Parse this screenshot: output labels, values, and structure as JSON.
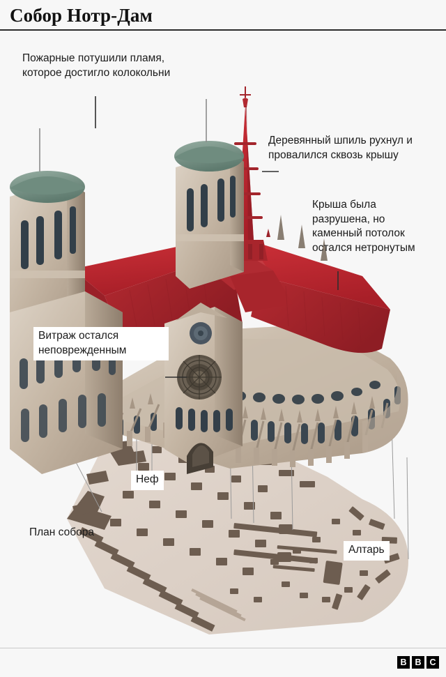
{
  "header": {
    "title": "Собор Нотр-Дам"
  },
  "annotations": [
    {
      "id": "firefighters",
      "text": "Пожарные потушили пламя, которое достигло колокольни",
      "style": "plain"
    },
    {
      "id": "spire",
      "text": "Деревянный шпиль рухнул и провалился сквозь крышу",
      "style": "plain"
    },
    {
      "id": "roof",
      "text": "Крыша была разрушена, но каменный потолок остался нетронутым",
      "style": "plain"
    },
    {
      "id": "stained-glass",
      "text": "Витраж остался неповрежденным",
      "style": "box"
    }
  ],
  "plan_labels": {
    "nave": "Неф",
    "plan_caption": "План собора",
    "altar": "Алтарь"
  },
  "footer": {
    "logo_letters": [
      "B",
      "B",
      "C"
    ]
  },
  "colors": {
    "background": "#f7f7f7",
    "rule": "#2b2b2b",
    "damage_red": "#c0272d",
    "stone_light": "#d9cfc3",
    "stone_mid": "#b6a796",
    "stone_dark": "#8c7c6c",
    "roof_green": "#7e9b8e",
    "window_dark": "#32404a",
    "plan_fill": "#ded2c9",
    "plan_wall": "#6d5d50",
    "leader_line": "#4a4a4a",
    "drop_line": "#9a9a9a"
  }
}
